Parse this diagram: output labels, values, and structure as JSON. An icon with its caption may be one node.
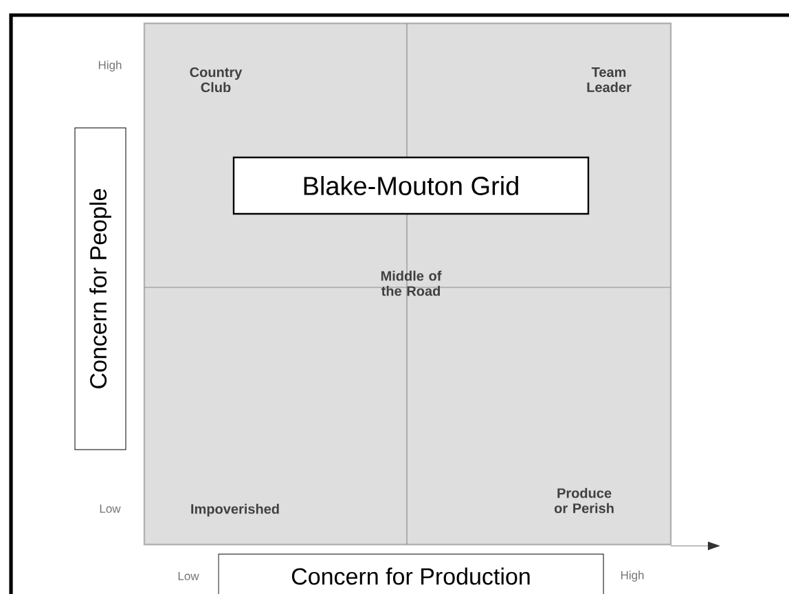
{
  "diagram": {
    "nodes": [
      {
        "text": [
          "Blake-Mouton Grid"
        ]
      },
      {
        "text": [
          "Concern for People"
        ]
      },
      {
        "text": [
          "Concern for Production"
        ]
      }
    ],
    "labels": [
      "High",
      "Country Club",
      "Team Leader",
      "Middle of the Road",
      "Low",
      "Impoverished",
      "Produce or Perish",
      "Low",
      "High"
    ]
  }
}
